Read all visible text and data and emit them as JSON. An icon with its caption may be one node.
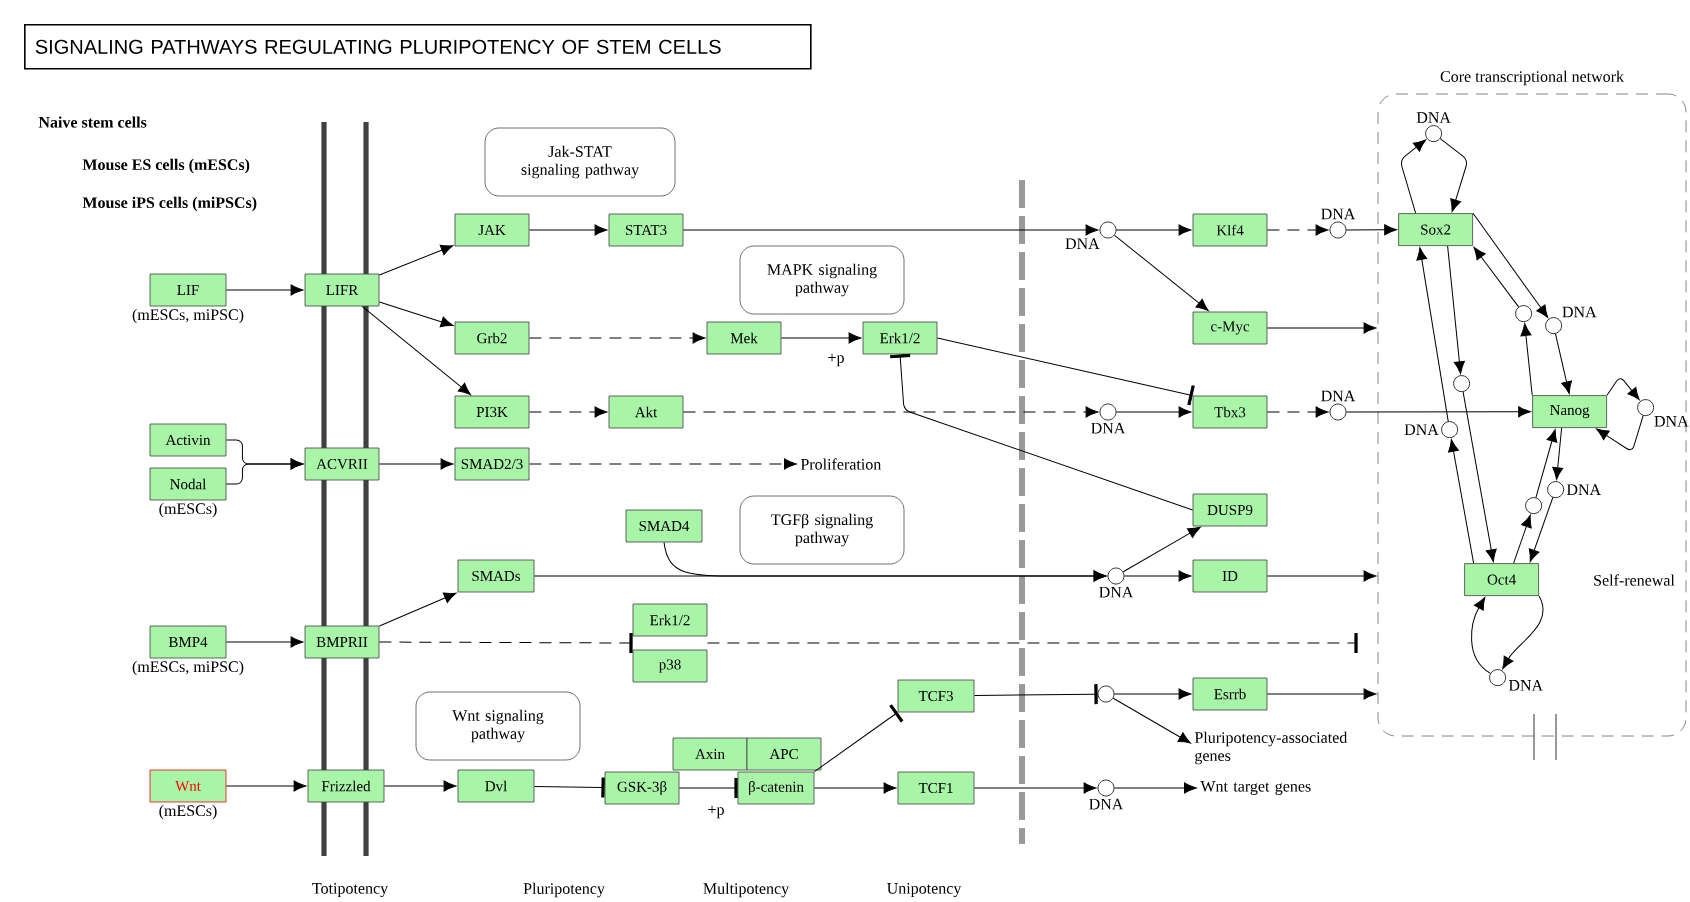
{
  "diagram": {
    "title": "SIGNALING PATHWAYS REGULATING PLURIPOTENCY OF STEM CELLS",
    "nodes": [
      {
        "text": [
          "LIF"
        ],
        "beside": [
          "(mESCs, miPSC)"
        ]
      },
      {
        "text": [
          "LIFR"
        ]
      },
      {
        "text": [
          "Jak-STAT signaling pathway"
        ]
      },
      {
        "text": [
          "JAK"
        ]
      },
      {
        "text": [
          "STAT3"
        ]
      },
      {
        "text": [
          "MAPK signaling pathway"
        ]
      },
      {
        "text": [
          "Grb2"
        ]
      },
      {
        "text": [
          "Mek"
        ]
      },
      {
        "text": [
          "Erk1/2"
        ]
      },
      {
        "text": [
          "PI3K"
        ]
      },
      {
        "text": [
          "Akt"
        ]
      },
      {
        "text": [
          "Activin"
        ]
      },
      {
        "text": [
          "Nodal"
        ],
        "beside": [
          "(mESCs)"
        ]
      },
      {
        "text": [
          "ACVRII"
        ]
      },
      {
        "text": [
          "SMAD2/3"
        ]
      },
      {
        "text": [
          "Proliferation"
        ]
      },
      {
        "text": [
          "SMAD4"
        ]
      },
      {
        "text": [
          "TGFβ signaling pathway"
        ]
      },
      {
        "text": [
          "SMADs"
        ]
      },
      {
        "text": [
          "BMP4"
        ],
        "beside": [
          "(mESCs, miPSC)"
        ]
      },
      {
        "text": [
          "BMPRII"
        ]
      },
      {
        "text": [
          "Erk1/2"
        ]
      },
      {
        "text": [
          "p38"
        ]
      },
      {
        "text": [
          "Wnt signaling pathway"
        ]
      },
      {
        "text": [
          "Wnt"
        ],
        "beside": [
          "(mESCs)"
        ]
      },
      {
        "text": [
          "Frizzled"
        ]
      },
      {
        "text": [
          "Dvl"
        ]
      },
      {
        "text": [
          "Axin"
        ]
      },
      {
        "text": [
          "APC"
        ]
      },
      {
        "text": [
          "GSK-3β"
        ]
      },
      {
        "text": [
          "β-catenin"
        ]
      },
      {
        "text": [
          "TCF3"
        ]
      },
      {
        "text": [
          "TCF1"
        ]
      },
      {
        "text": [],
        "shape": "circle",
        "beside": [
          "DNA"
        ]
      },
      {
        "text": [
          "Klf4"
        ]
      },
      {
        "text": [
          "c-Myc"
        ]
      },
      {
        "text": [],
        "shape": "circle",
        "beside": [
          "DNA"
        ]
      },
      {
        "text": [
          "Tbx3"
        ]
      },
      {
        "text": [
          "DUSP9"
        ]
      },
      {
        "text": [],
        "shape": "circle",
        "beside": [
          "DNA"
        ]
      },
      {
        "text": [
          "ID"
        ]
      },
      {
        "text": [],
        "shape": "circle"
      },
      {
        "text": [
          "Esrrb"
        ]
      },
      {
        "text": [
          "Pluripotency-associated genes"
        ]
      },
      {
        "text": [],
        "shape": "circle",
        "beside": [
          "DNA"
        ]
      },
      {
        "text": [
          "Wnt target genes"
        ]
      },
      {
        "text": [],
        "shape": "circle",
        "beside": [
          "DNA"
        ]
      },
      {
        "text": [],
        "shape": "circle",
        "beside": [
          "DNA"
        ]
      },
      {
        "text": [
          "Core transcriptional network"
        ]
      },
      {
        "text": [
          "Sox2"
        ],
        "in": 48
      },
      {
        "text": [
          "Nanog"
        ],
        "in": 48
      },
      {
        "text": [
          "Oct4"
        ],
        "in": 48
      },
      {
        "text": [],
        "shape": "circle",
        "beside": [
          "DNA"
        ],
        "in": 48
      },
      {
        "text": [],
        "shape": "circle",
        "in": 48
      },
      {
        "text": [],
        "shape": "circle",
        "beside": [
          "DNA"
        ],
        "in": 48
      },
      {
        "text": [],
        "shape": "circle",
        "in": 48
      },
      {
        "text": [],
        "shape": "circle",
        "beside": [
          "DNA"
        ],
        "in": 48
      },
      {
        "text": [],
        "shape": "circle",
        "beside": [
          "DNA"
        ],
        "in": 48
      },
      {
        "text": [],
        "shape": "circle",
        "beside": [
          "DNA"
        ],
        "in": 48
      },
      {
        "text": [],
        "shape": "circle",
        "in": 48
      },
      {
        "text": [],
        "shape": "circle",
        "beside": [
          "DNA"
        ],
        "in": 48
      }
    ],
    "edges": [
      {
        "from": 0,
        "to": 1,
        "arrow": "to"
      },
      {
        "from": 1,
        "to": 3,
        "arrow": "to"
      },
      {
        "from": 1,
        "to": 6,
        "arrow": "to"
      },
      {
        "from": 1,
        "to": 9,
        "arrow": "to"
      },
      {
        "from": 3,
        "to": 4,
        "arrow": "to"
      },
      {
        "from": 4,
        "to": 33,
        "arrow": "to"
      },
      {
        "from": 33,
        "to": 34,
        "arrow": "to"
      },
      {
        "from": 33,
        "to": 35,
        "arrow": "to"
      },
      {
        "from": 34,
        "to": 46,
        "arrow": "to",
        "style": "dashed"
      },
      {
        "from": 46,
        "to": 49,
        "arrow": "to"
      },
      {
        "from": 6,
        "to": 7,
        "arrow": "to",
        "style": "dashed"
      },
      {
        "from": 7,
        "to": 8,
        "arrow": "to",
        "label": "+p"
      },
      {
        "from": 8,
        "to": 37,
        "arrow": "other"
      },
      {
        "from": 38,
        "to": 8,
        "arrow": "other"
      },
      {
        "from": 9,
        "to": 10,
        "arrow": "to",
        "style": "dashed"
      },
      {
        "from": 10,
        "to": 36,
        "arrow": "to",
        "style": "dashed"
      },
      {
        "from": 36,
        "to": 37,
        "arrow": "to"
      },
      {
        "from": 37,
        "to": 47,
        "arrow": "to",
        "style": "dashed"
      },
      {
        "from": 47,
        "to": 50,
        "arrow": "to"
      },
      {
        "from": 35,
        "to": 48,
        "arrow": "to"
      },
      {
        "from": 11,
        "to": 13,
        "arrow": "to"
      },
      {
        "from": 12,
        "to": 13,
        "arrow": "to"
      },
      {
        "from": 13,
        "to": 14,
        "arrow": "to"
      },
      {
        "from": 14,
        "to": 15,
        "arrow": "to",
        "style": "dashed"
      },
      {
        "from": 16,
        "to": 39,
        "arrow": "to"
      },
      {
        "from": 18,
        "to": 39,
        "arrow": "to"
      },
      {
        "from": 39,
        "to": 40,
        "arrow": "to"
      },
      {
        "from": 39,
        "to": 38,
        "arrow": "to"
      },
      {
        "from": 40,
        "to": 48,
        "arrow": "to"
      },
      {
        "from": 19,
        "to": 20,
        "arrow": "to"
      },
      {
        "from": 20,
        "to": 18,
        "arrow": "to"
      },
      {
        "from": 20,
        "to": 21,
        "arrow": "other",
        "style": "dashed"
      },
      {
        "from": 20,
        "to": 22,
        "arrow": "other",
        "style": "dashed"
      },
      {
        "from": 21,
        "to": 48,
        "arrow": "other",
        "style": "dashed"
      },
      {
        "from": 22,
        "to": 48,
        "arrow": "other",
        "style": "dashed"
      },
      {
        "from": 24,
        "to": 25,
        "arrow": "to"
      },
      {
        "from": 25,
        "to": 26,
        "arrow": "to"
      },
      {
        "from": 26,
        "to": 29,
        "arrow": "other"
      },
      {
        "from": 29,
        "to": 30,
        "arrow": "other",
        "label": "+p"
      },
      {
        "from": 30,
        "to": 31,
        "arrow": "other"
      },
      {
        "from": 30,
        "to": 32,
        "arrow": "to"
      },
      {
        "from": 32,
        "to": 44,
        "arrow": "to"
      },
      {
        "from": 44,
        "to": 45,
        "arrow": "to"
      },
      {
        "from": 31,
        "to": 41,
        "arrow": "other"
      },
      {
        "from": 41,
        "to": 42,
        "arrow": "to"
      },
      {
        "from": 41,
        "to": 43,
        "arrow": "to"
      },
      {
        "from": 42,
        "to": 48,
        "arrow": "to"
      },
      {
        "from": 49,
        "to": 52,
        "arrow": "to"
      },
      {
        "from": 52,
        "to": 49,
        "arrow": "to"
      },
      {
        "from": 49,
        "to": 54,
        "arrow": "to"
      },
      {
        "from": 54,
        "to": 50,
        "arrow": "to"
      },
      {
        "from": 50,
        "to": 53,
        "arrow": "to"
      },
      {
        "from": 53,
        "to": 49,
        "arrow": "to"
      },
      {
        "from": 49,
        "to": 55,
        "arrow": "to"
      },
      {
        "from": 55,
        "to": 51,
        "arrow": "to"
      },
      {
        "from": 51,
        "to": 56,
        "arrow": "to"
      },
      {
        "from": 56,
        "to": 49,
        "arrow": "to"
      },
      {
        "from": 50,
        "to": 58,
        "arrow": "to"
      },
      {
        "from": 58,
        "to": 51,
        "arrow": "to"
      },
      {
        "from": 51,
        "to": 59,
        "arrow": "to"
      },
      {
        "from": 59,
        "to": 50,
        "arrow": "to"
      },
      {
        "from": 50,
        "to": 57,
        "arrow": "to"
      },
      {
        "from": 57,
        "to": 50,
        "arrow": "to"
      },
      {
        "from": 51,
        "to": 60,
        "arrow": "to"
      },
      {
        "from": 60,
        "to": 51,
        "arrow": "to"
      }
    ],
    "labels": [
      "Naive stem cells",
      "Mouse ES cells (mESCs)",
      "Mouse iPS cells (miPSCs)",
      "Self-renewal",
      "Totipotency",
      "Pluripotency",
      "Multipotency",
      "Unipotency"
    ]
  }
}
